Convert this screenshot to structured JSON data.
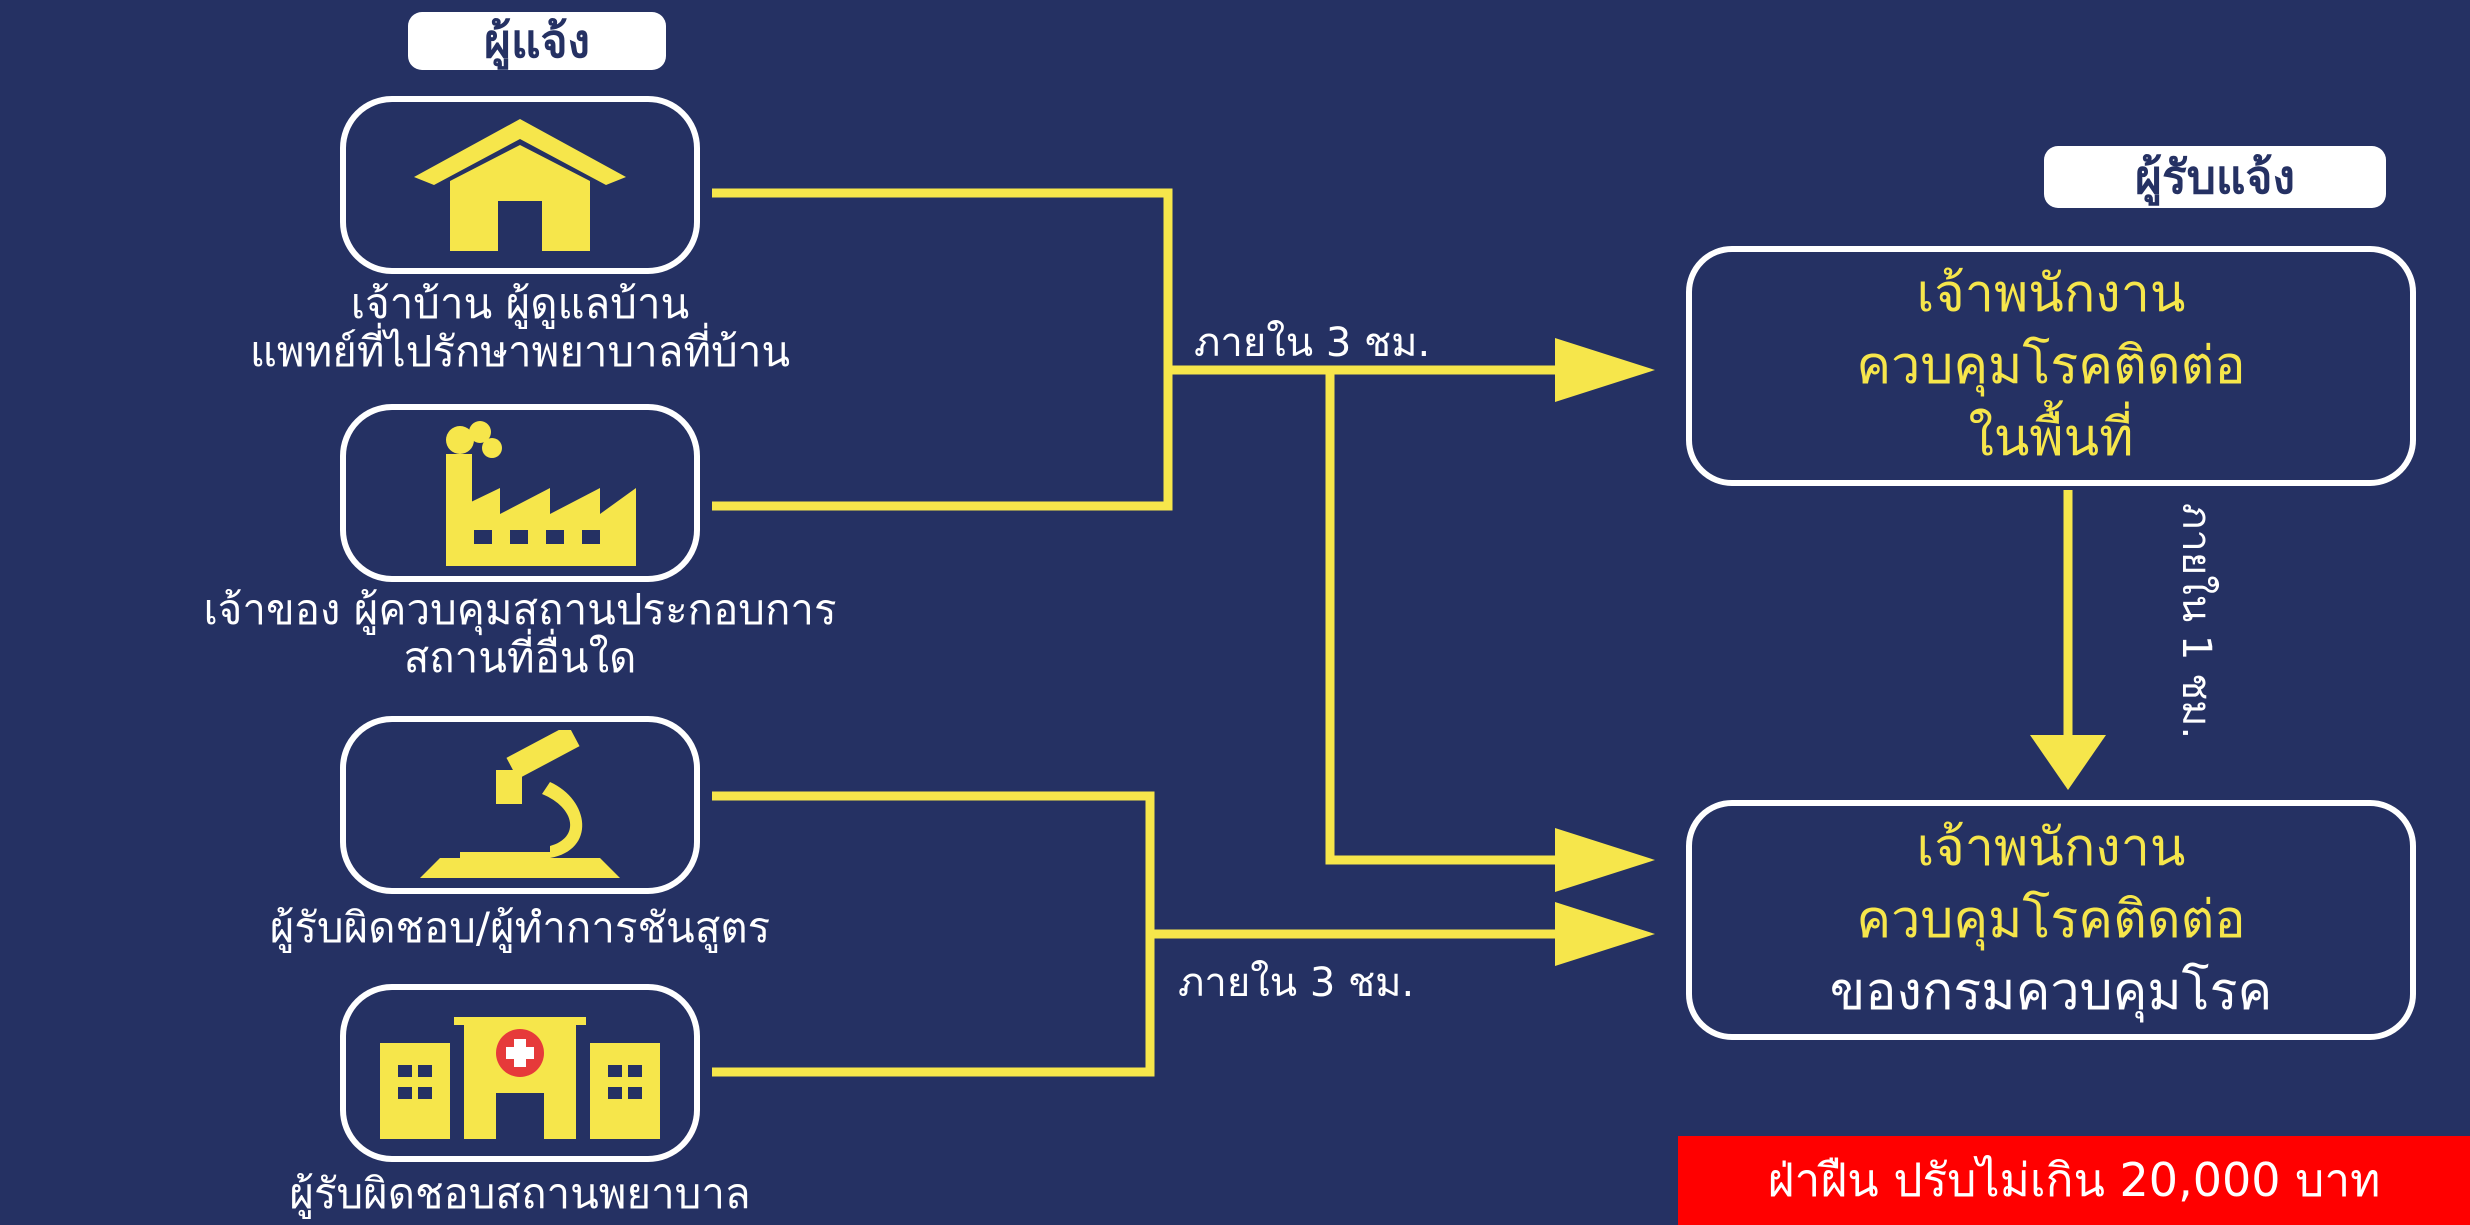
{
  "colors": {
    "background": "#253163",
    "accent": "#f6e64b",
    "penalty_bg": "#ff0000"
  },
  "reporter_tag": "ผู้แจ้ง",
  "receiver_tag": "ผู้รับแจ้ง",
  "reporters": [
    {
      "icon": "house-icon",
      "caption_lines": [
        "เจ้าบ้าน ผู้ดูแลบ้าน",
        "แพทย์ที่ไปรักษาพยาบาลที่บ้าน"
      ]
    },
    {
      "icon": "factory-icon",
      "caption_lines": [
        "เจ้าของ ผู้ควบคุมสถานประกอบการ",
        "สถานที่อื่นใด"
      ]
    },
    {
      "icon": "microscope-icon",
      "caption_lines": [
        "ผู้รับผิดชอบ/ผู้ทำการชันสูตร"
      ]
    },
    {
      "icon": "hospital-icon",
      "caption_lines": [
        "ผู้รับผิดชอบสถานพยาบาล"
      ]
    }
  ],
  "time_labels": {
    "top": "ภายใน 3 ชม.",
    "bottom": "ภายใน 3 ชม.",
    "vertical": "ภายใน 1 ชม."
  },
  "receivers": [
    {
      "lines": [
        "เจ้าพนักงาน",
        "ควบคุมโรคติดต่อ",
        "ในพื้นที่"
      ]
    },
    {
      "lines": [
        "เจ้าพนักงาน",
        "ควบคุมโรคติดต่อ",
        "ของกรมควบคุมโรค"
      ]
    }
  ],
  "penalty": "ฝ่าฝืน ปรับไม่เกิน 20,000 บาท"
}
